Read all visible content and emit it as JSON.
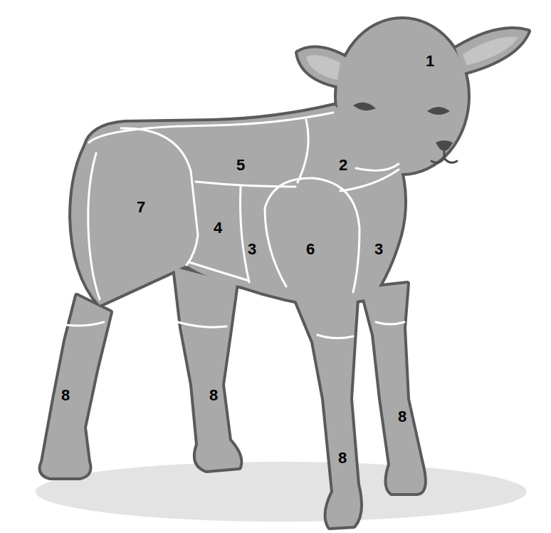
{
  "diagram": {
    "labels": [
      "1",
      "5",
      "2",
      "7",
      "4",
      "3",
      "6",
      "3",
      "8",
      "8",
      "8",
      "8"
    ]
  }
}
